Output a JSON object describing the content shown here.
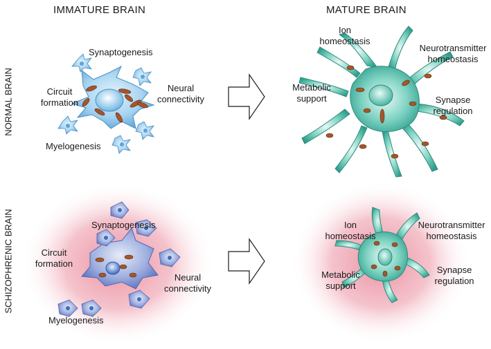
{
  "headers": {
    "immature": "IMMATURE BRAIN",
    "mature": "MATURE BRAIN"
  },
  "rows": {
    "normal": "NORMAL BRAIN",
    "schizo": "SCHIZOPHRENIC BRAIN"
  },
  "normal": {
    "immature": {
      "synaptogenesis": "Synaptogenesis",
      "circuit_line1": "Circuit",
      "circuit_line2": "formation",
      "neural_line1": "Neural",
      "neural_line2": "connectivity",
      "myelogenesis": "Myelogenesis"
    },
    "mature": {
      "ion_line1": "Ion",
      "ion_line2": "homeostasis",
      "neuro_line1": "Neurotransmitter",
      "neuro_line2": "homeostasis",
      "metabolic_line1": "Metabolic",
      "metabolic_line2": "support",
      "synapse_line1": "Synapse",
      "synapse_line2": "regulation"
    }
  },
  "schizo": {
    "immature": {
      "synaptogenesis": "Synaptogenesis",
      "circuit_line1": "Circuit",
      "circuit_line2": "formation",
      "neural_line1": "Neural",
      "neural_line2": "connectivity",
      "myelogenesis": "Myelogenesis"
    },
    "mature": {
      "ion_line1": "Ion",
      "ion_line2": "homeostasis",
      "neuro_line1": "Neurotransmitter",
      "neuro_line2": "homeostasis",
      "metabolic_line1": "Metabolic",
      "metabolic_line2": "support",
      "synapse_line1": "Synapse",
      "synapse_line2": "regulation"
    }
  },
  "colors": {
    "immature_cell": "#8fc6ec",
    "immature_cell_dark": "#5ea3d6",
    "schizo_immature_cell": "#8a9fd6",
    "mature_cell": "#5fc7b5",
    "mature_cell_dark": "#2f9e8c",
    "mitochondria": "#a5562a",
    "halo": "#e98a9c"
  }
}
